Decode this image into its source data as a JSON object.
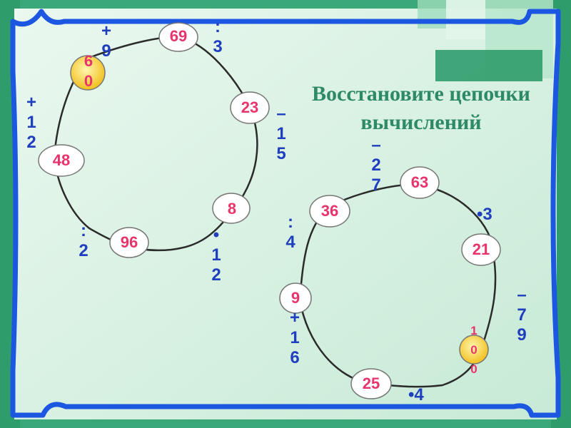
{
  "title": {
    "line1": "Восстановите цепочки",
    "line2": "вычислений"
  },
  "chain1": {
    "nodes": [
      "60",
      "69",
      "23",
      "8",
      "96",
      "48"
    ],
    "ops": [
      "+9",
      ":3",
      "–15",
      "•12",
      ":2",
      "+12"
    ]
  },
  "chain2": {
    "nodes": [
      "63",
      "21",
      "100",
      "25",
      "9",
      "36"
    ],
    "ops": [
      "–27",
      "•3",
      "–79",
      "•4",
      "+16",
      ":4"
    ]
  },
  "colors": {
    "background": "#3aa878",
    "panel": "#d6efe2",
    "frame": "#1b57e0",
    "node_fill": "#ffffff",
    "node_highlight": "#ffd84a",
    "number": "#e8336b",
    "operation": "#1f3fbf",
    "title": "#2e8a66"
  }
}
